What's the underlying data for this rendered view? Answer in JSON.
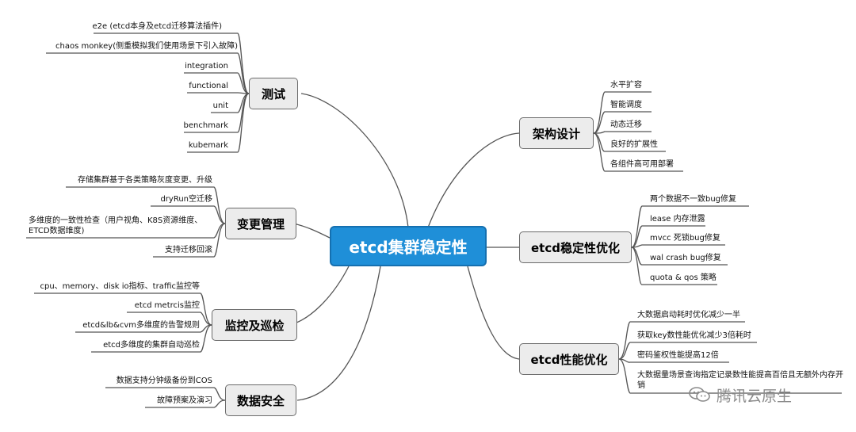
{
  "center": "etcd集群稳定性",
  "branches": {
    "test": {
      "title": "测试",
      "items": [
        "e2e (etcd本身及etcd迁移算法插件)",
        "chaos monkey(侧重模拟我们使用场景下引入故障)",
        "integration",
        "functional",
        "unit",
        "benchmark",
        "kubemark"
      ]
    },
    "change": {
      "title": "变更管理",
      "items": [
        "存储集群基于各类策略灰度变更、升级",
        "dryRun空迁移",
        "多维度的一致性检查（用户视角、K8S资源维度、ETCD数据维度)",
        "支持迁移回滚"
      ]
    },
    "monitor": {
      "title": "监控及巡检",
      "items": [
        "cpu、memory、disk io指标、traffic监控等",
        "etcd metrcis监控",
        "etcd&lb&cvm多维度的告警规则",
        "etcd多维度的集群自动巡检"
      ]
    },
    "data": {
      "title": "数据安全",
      "items": [
        "数据支持分钟级备份到COS",
        "故障预案及演习"
      ]
    },
    "arch": {
      "title": "架构设计",
      "items": [
        "水平扩容",
        "智能调度",
        "动态迁移",
        "良好的扩展性",
        "各组件高可用部署"
      ]
    },
    "stability": {
      "title": "etcd稳定性优化",
      "items": [
        "两个数据不一致bug修复",
        "lease 内存泄露",
        "mvcc 死锁bug修复",
        "wal crash bug修复",
        "quota & qos 策略"
      ]
    },
    "perf": {
      "title": "etcd性能优化",
      "items": [
        "大数据启动耗时优化减少一半",
        "获取key数性能优化减少3倍耗时",
        "密码鉴权性能提高12倍",
        "大数据量场景查询指定记录数性能提高百倍且无额外内存开销"
      ]
    }
  },
  "watermark": "腾讯云原生",
  "colors": {
    "central_fill": "#1f8fd8",
    "branch_fill": "#ececec",
    "line": "#555555",
    "watermark": "#8a8a8a"
  }
}
